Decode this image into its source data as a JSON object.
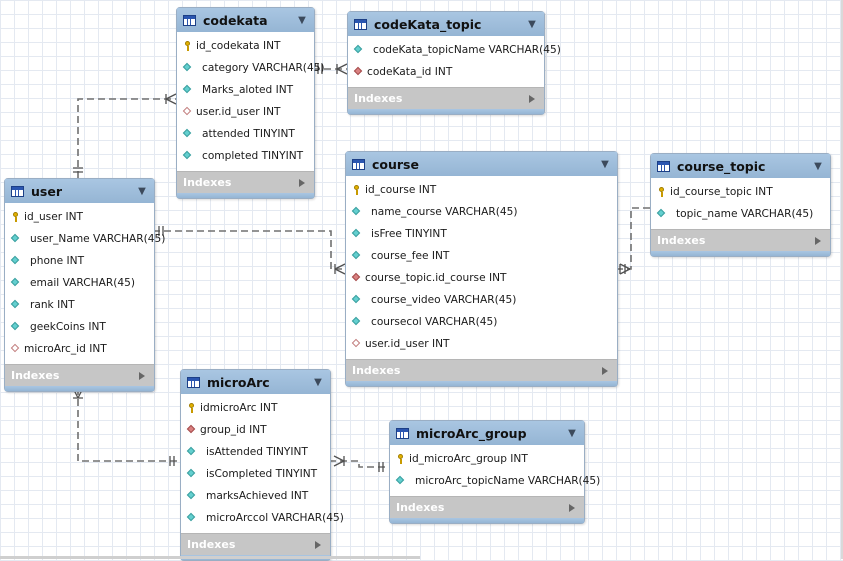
{
  "footer_label": "Indexes",
  "colors": {
    "header": "#9dbcdb",
    "footer": "#c6c6c6",
    "connector": "#707070",
    "pk_icon": "#e4b200",
    "column_icon": "#63cfcf",
    "fk_icon": "#d98080"
  },
  "tables": [
    {
      "id": "codekata",
      "name": "codekata",
      "columns": [
        {
          "text": "id_codekata INT",
          "icon": "pk"
        },
        {
          "text": "category VARCHAR(45)",
          "icon": "col"
        },
        {
          "text": "Marks_aloted INT",
          "icon": "col"
        },
        {
          "text": "user.id_user INT",
          "icon": "nn"
        },
        {
          "text": "attended TINYINT",
          "icon": "col"
        },
        {
          "text": "completed TINYINT",
          "icon": "col"
        }
      ]
    },
    {
      "id": "codekata_topic",
      "name": "codeKata_topic",
      "columns": [
        {
          "text": "codeKata_topicName VARCHAR(45)",
          "icon": "col"
        },
        {
          "text": "codeKata_id INT",
          "icon": "fk"
        }
      ]
    },
    {
      "id": "user",
      "name": "user",
      "columns": [
        {
          "text": "id_user INT",
          "icon": "pk"
        },
        {
          "text": "user_Name VARCHAR(45)",
          "icon": "col"
        },
        {
          "text": "phone INT",
          "icon": "col"
        },
        {
          "text": "email VARCHAR(45)",
          "icon": "col"
        },
        {
          "text": "rank INT",
          "icon": "col"
        },
        {
          "text": "geekCoins INT",
          "icon": "col"
        },
        {
          "text": "microArc_id INT",
          "icon": "nn"
        }
      ]
    },
    {
      "id": "course",
      "name": "course",
      "columns": [
        {
          "text": "id_course INT",
          "icon": "pk"
        },
        {
          "text": "name_course VARCHAR(45)",
          "icon": "col"
        },
        {
          "text": "isFree TINYINT",
          "icon": "col"
        },
        {
          "text": "course_fee INT",
          "icon": "col"
        },
        {
          "text": "course_topic.id_course INT",
          "icon": "fk"
        },
        {
          "text": "course_video VARCHAR(45)",
          "icon": "col"
        },
        {
          "text": "coursecol VARCHAR(45)",
          "icon": "col"
        },
        {
          "text": "user.id_user INT",
          "icon": "nn"
        }
      ]
    },
    {
      "id": "course_topic",
      "name": "course_topic",
      "columns": [
        {
          "text": "id_course_topic INT",
          "icon": "pk"
        },
        {
          "text": "topic_name VARCHAR(45)",
          "icon": "col"
        }
      ]
    },
    {
      "id": "microarc",
      "name": "microArc",
      "columns": [
        {
          "text": "idmicroArc INT",
          "icon": "pk"
        },
        {
          "text": "group_id INT",
          "icon": "fk"
        },
        {
          "text": "isAttended TINYINT",
          "icon": "col"
        },
        {
          "text": "isCompleted TINYINT",
          "icon": "col"
        },
        {
          "text": "marksAchieved INT",
          "icon": "col"
        },
        {
          "text": "microArccol VARCHAR(45)",
          "icon": "col"
        }
      ]
    },
    {
      "id": "microarc_group",
      "name": "microArc_group",
      "columns": [
        {
          "text": "id_microArc_group INT",
          "icon": "pk"
        },
        {
          "text": "microArc_topicName VARCHAR(45)",
          "icon": "col"
        }
      ]
    }
  ]
}
